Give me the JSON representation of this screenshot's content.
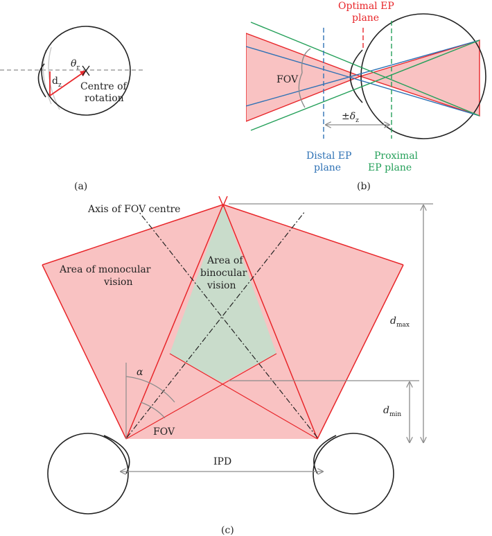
{
  "colors": {
    "red": "#e8262a",
    "pink": "#f9c2c2",
    "green_area": "#c9dccb",
    "blue": "#2f72b5",
    "green": "#25a05a",
    "gray": "#8c8c8c",
    "black": "#222222"
  },
  "panel_a": {
    "caption": "(a)",
    "theta": "θ",
    "theta_sub": "r",
    "dz": "d",
    "dz_sub": "z",
    "centre_line1": "Centre of",
    "centre_line2": "rotation"
  },
  "panel_b": {
    "caption": "(b)",
    "optimal_line1": "Optimal EP",
    "optimal_line2": "plane",
    "fov": "FOV",
    "delta": "±δ",
    "delta_sub": "z",
    "distal_line1": "Distal EP",
    "distal_line2": "plane",
    "proximal_line1": "Proximal",
    "proximal_line2": "EP plane"
  },
  "panel_c": {
    "caption": "(c)",
    "axis_label": "Axis of FOV centre",
    "mono_line1": "Area of monocular",
    "mono_line2": "vision",
    "bino_line1": "Area of",
    "bino_line2": "binocular",
    "bino_line3": "vision",
    "alpha": "α",
    "fov": "FOV",
    "ipd": "IPD",
    "dmax": "d",
    "dmax_sub": "max",
    "dmin": "d",
    "dmin_sub": "min"
  }
}
